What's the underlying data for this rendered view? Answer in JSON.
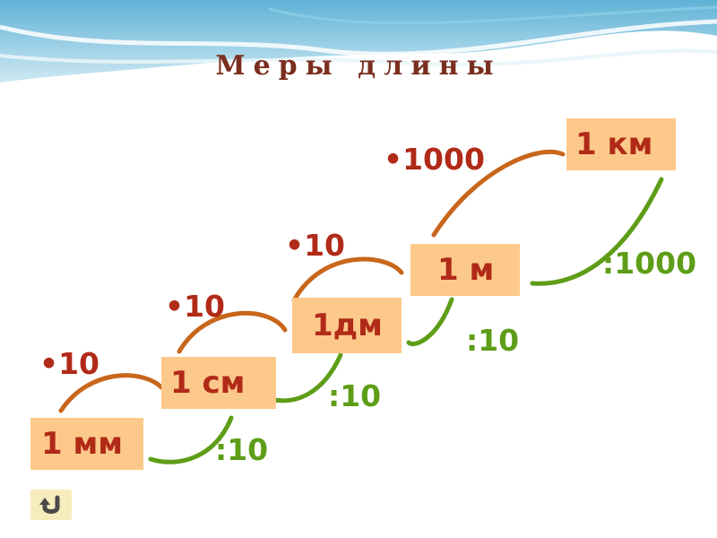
{
  "title": "Меры длины",
  "units": {
    "mm": "1 мм",
    "cm": "1 см",
    "dm": "1дм",
    "m": "1 м",
    "km": "1 км"
  },
  "multiply_labels": [
    "•10",
    "•10",
    "•10",
    "•1000"
  ],
  "divide_labels": [
    ":10",
    ":10",
    ":10",
    ":1000"
  ],
  "colors": {
    "box_fill": "#fdc98a",
    "unit_text": "#b12a18",
    "multiply_arc": "#c8661c",
    "divide_arc": "#5e9d17",
    "title": "#7a2e1f"
  },
  "icons": {
    "back": "return-arrow-icon"
  }
}
